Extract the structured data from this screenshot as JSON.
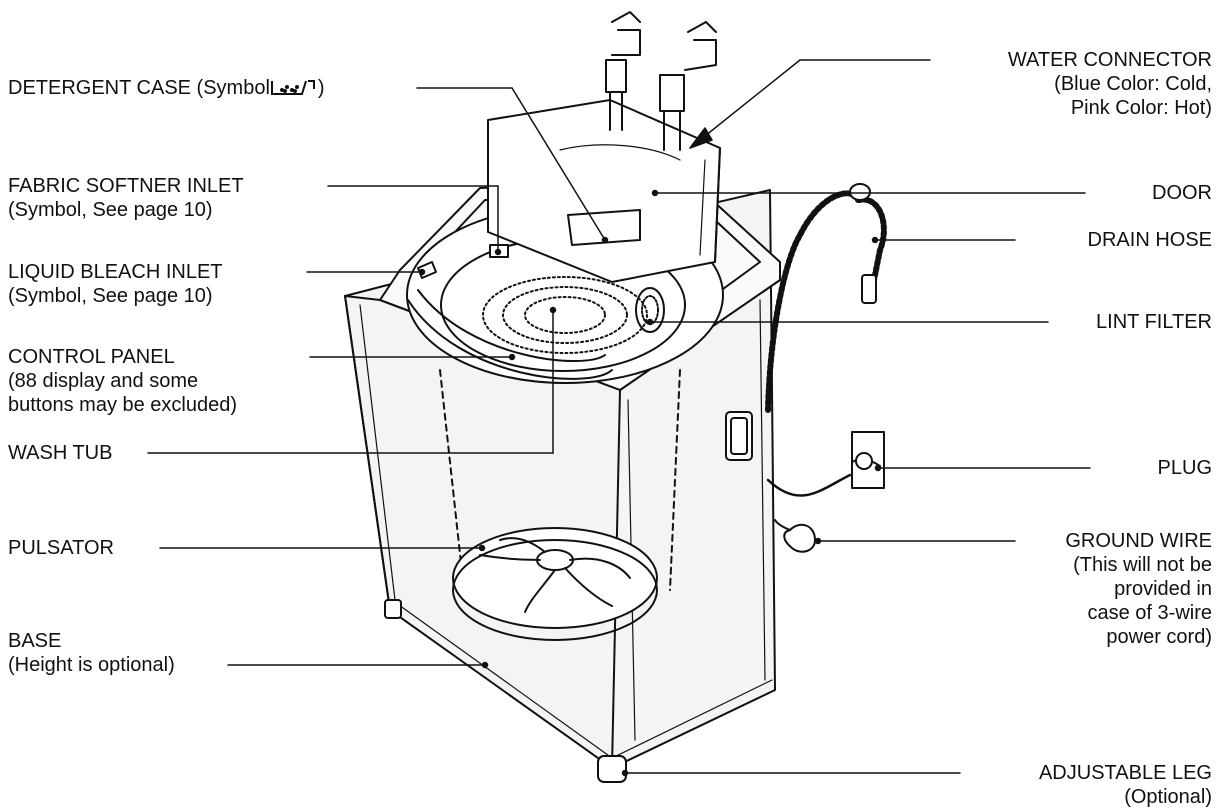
{
  "labels": {
    "detergent_case": {
      "text": "DETERGENT CASE (Symbol",
      "close": ")"
    },
    "fabric_softener": [
      "FABRIC SOFTNER INLET",
      "(Symbol, See page 10)"
    ],
    "liquid_bleach": [
      "LIQUID BLEACH INLET",
      "(Symbol, See page 10)"
    ],
    "control_panel": [
      "CONTROL PANEL",
      "(88 display and some",
      "buttons may be excluded)"
    ],
    "wash_tub": [
      "WASH TUB"
    ],
    "pulsator": [
      "PULSATOR"
    ],
    "base": [
      "BASE",
      "(Height is optional)"
    ],
    "water_connector": [
      "WATER CONNECTOR",
      "(Blue Color: Cold,",
      "Pink Color: Hot)"
    ],
    "door": [
      "DOOR"
    ],
    "drain_hose": [
      "DRAIN HOSE"
    ],
    "lint_filter": [
      "LINT FILTER"
    ],
    "plug": [
      "PLUG"
    ],
    "ground_wire": [
      "GROUND WIRE",
      "(This will not be",
      "provided in",
      "case of 3-wire",
      "power cord)"
    ],
    "adjustable_leg": [
      "ADJUSTABLE LEG",
      "(Optional)"
    ]
  },
  "icons": {
    "detergent_symbol": "detergent-tray-icon"
  },
  "colors": {
    "ink": "#111111",
    "background": "#ffffff",
    "shade": "#f4f4f4"
  }
}
